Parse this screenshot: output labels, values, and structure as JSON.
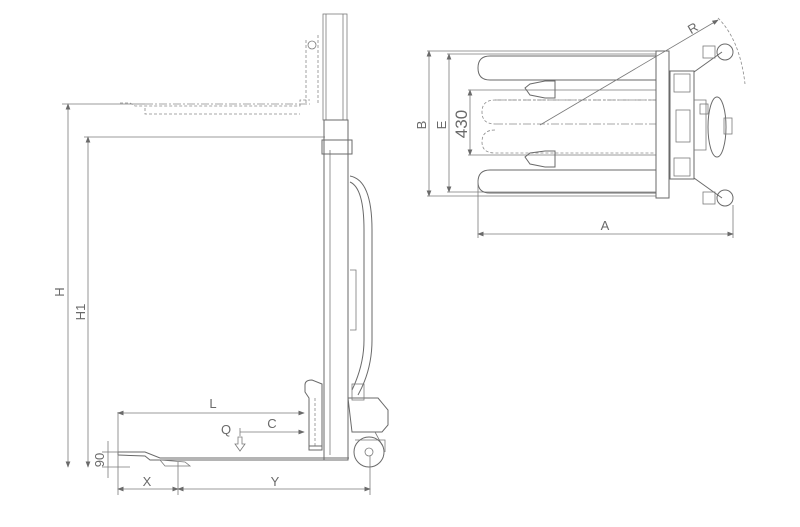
{
  "side_view": {
    "labels": {
      "H": "H",
      "H1": "H1",
      "L": "L",
      "Q": "Q",
      "C": "C",
      "fork_height": "90",
      "X": "X",
      "Y": "Y"
    }
  },
  "top_view": {
    "labels": {
      "B": "B",
      "E": "E",
      "fork_spread": "430",
      "A": "A",
      "R": "R"
    }
  }
}
